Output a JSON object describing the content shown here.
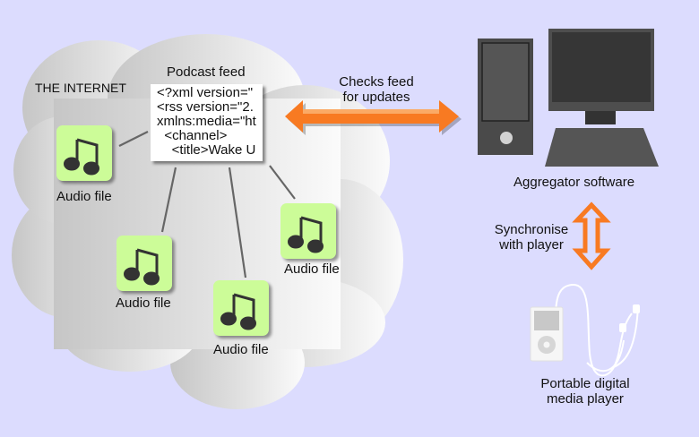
{
  "background_color": "#dcdcfe",
  "cloud": {
    "label": "THE INTERNET",
    "gradient_left": "#c8c8c8",
    "gradient_right": "#fafafa"
  },
  "podcast_feed": {
    "title": "Podcast feed",
    "lines": [
      "<?xml version=\"",
      "<rss version=\"2.",
      "xmlns:media=\"ht",
      "  <channel>",
      "    <title>Wake U"
    ]
  },
  "audio_files": [
    {
      "label": "Audio file",
      "icon": "music-note-icon"
    },
    {
      "label": "Audio file",
      "icon": "music-note-icon"
    },
    {
      "label": "Audio file",
      "icon": "music-note-icon"
    },
    {
      "label": "Audio file",
      "icon": "music-note-icon"
    }
  ],
  "arrows": {
    "feed_check": {
      "label_line1": "Checks feed",
      "label_line2": "for updates",
      "color": "#f87a22"
    },
    "sync": {
      "label_line1": "Synchronise",
      "label_line2": "with player",
      "color": "#f87a22"
    }
  },
  "computer": {
    "label": "Aggregator software",
    "icon": "desktop-computer-icon"
  },
  "player": {
    "label_line1": "Portable digital",
    "label_line2": "media player",
    "icon": "portable-media-player-icon"
  }
}
